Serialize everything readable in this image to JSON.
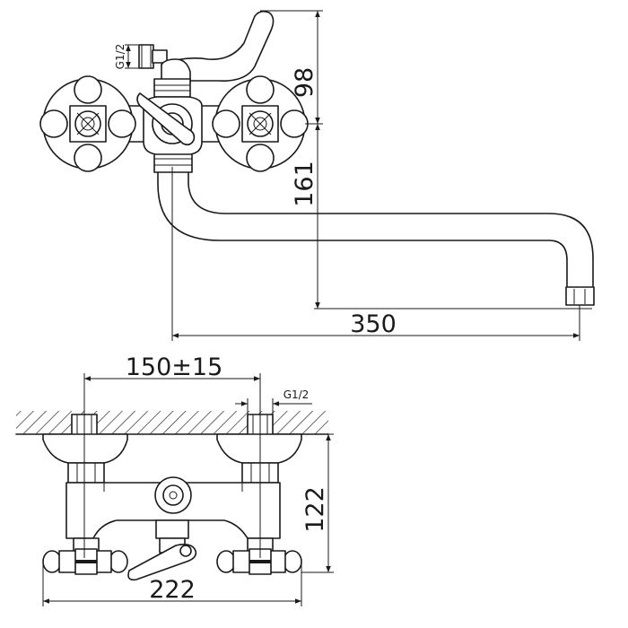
{
  "dimensions": {
    "body_height": "98",
    "spout_height": "161",
    "spout_length": "350",
    "center_distance": "150±15",
    "thread_side": "G1/2",
    "thread_bottom": "G1/2",
    "depth": "122",
    "width": "222"
  },
  "colors": {
    "line": "#1a1a1a",
    "background": "#ffffff"
  }
}
